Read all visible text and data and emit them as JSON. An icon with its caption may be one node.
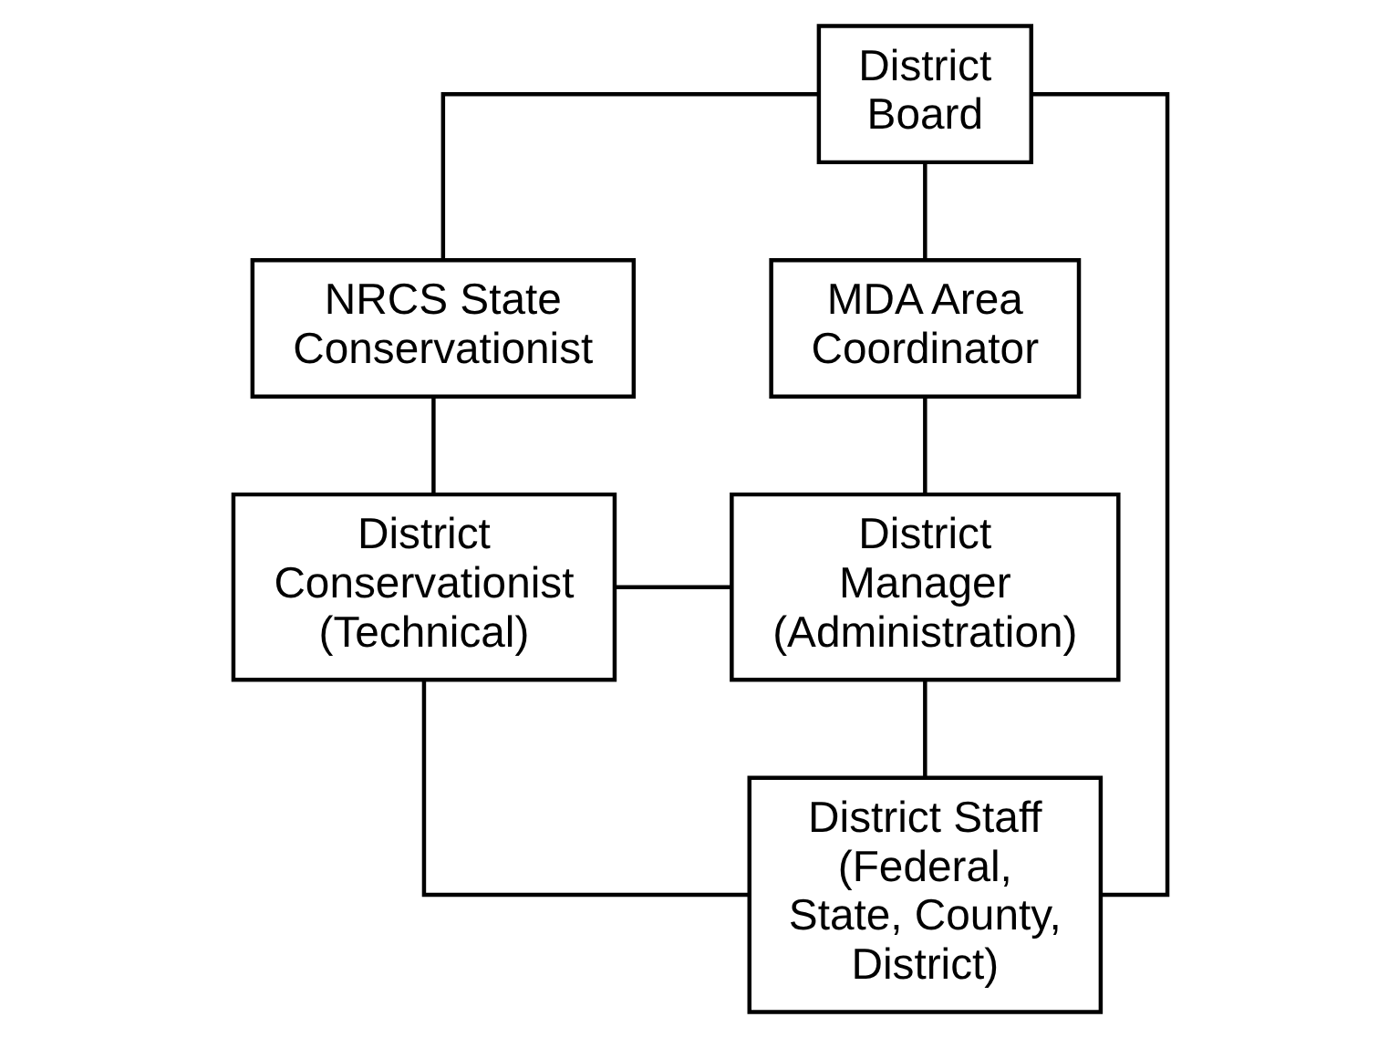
{
  "diagram": {
    "nodes": [
      {
        "text": [
          "District Board"
        ]
      },
      {
        "text": [
          "NRCS State Conservationist"
        ]
      },
      {
        "text": [
          "MDA Area Coordinator"
        ]
      },
      {
        "text": [
          "District Conservationist (Technical)"
        ]
      },
      {
        "text": [
          "District Manager (Administration)"
        ]
      },
      {
        "text": [
          "District Staff (Federal, State, County, District)"
        ]
      }
    ],
    "edges": [
      {
        "from": 0,
        "to": 1,
        "arrow": "none"
      },
      {
        "from": 0,
        "to": 2,
        "arrow": "none"
      },
      {
        "from": 0,
        "to": 5,
        "arrow": "none"
      },
      {
        "from": 1,
        "to": 3,
        "arrow": "none"
      },
      {
        "from": 2,
        "to": 4,
        "arrow": "none"
      },
      {
        "from": 3,
        "to": 4,
        "arrow": "none"
      },
      {
        "from": 3,
        "to": 5,
        "arrow": "none"
      },
      {
        "from": 4,
        "to": 5,
        "arrow": "none"
      }
    ]
  }
}
